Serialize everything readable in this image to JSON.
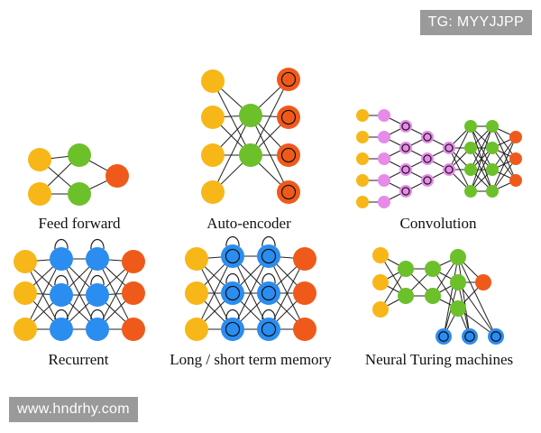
{
  "watermarks": {
    "top": "TG: MYYJJPP",
    "bottom": "www.hndrhy.com"
  },
  "colors": {
    "input": "#f7b718",
    "hidden": "#6cc02a",
    "output": "#ef5a1a",
    "recurrent": "#2b8df0",
    "conv": "#e68be8",
    "edge": "#222222"
  },
  "networks": [
    {
      "id": "feed-forward",
      "label": "Feed forward"
    },
    {
      "id": "auto-encoder",
      "label": "Auto-encoder"
    },
    {
      "id": "convolution",
      "label": "Convolution"
    },
    {
      "id": "recurrent",
      "label": "Recurrent"
    },
    {
      "id": "lstm",
      "label": "Long / short term memory"
    },
    {
      "id": "neural-turing-machines",
      "label": "Neural Turing machines"
    }
  ]
}
